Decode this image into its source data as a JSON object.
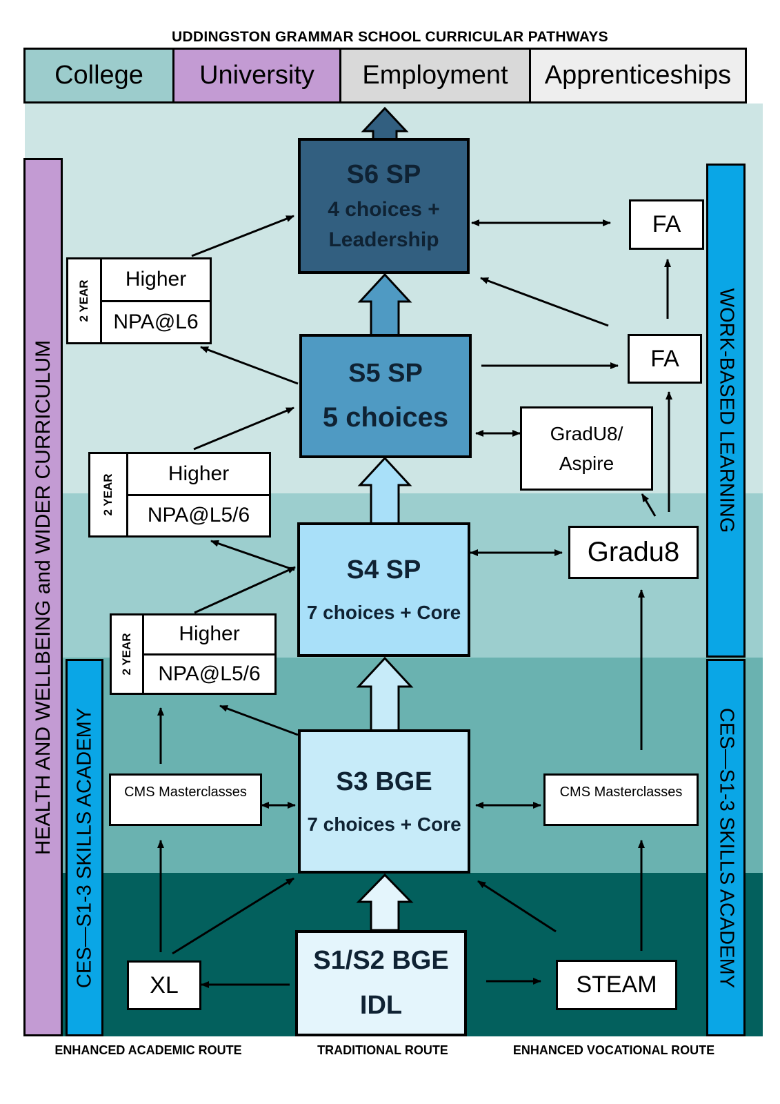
{
  "title": "UDDINGSTON GRAMMAR SCHOOL CURRICULAR PATHWAYS",
  "destinations": [
    {
      "label": "College",
      "color": "#9ccccc"
    },
    {
      "label": "University",
      "color": "#c39bd3"
    },
    {
      "label": "Employment",
      "color": "#d9d9d9"
    },
    {
      "label": "Apprenticeships",
      "color": "#eeeeee"
    }
  ],
  "sidebars": {
    "left_outer": "HEALTH AND WELLBEING and WIDER CURRICULUM",
    "left_inner": "CES—S1-3 SKILLS ACADEMY",
    "right_upper": "WORK-BASED LEARNING",
    "right_lower": "CES—S1-3 SKILLS ACADEMY"
  },
  "stages": {
    "s6": {
      "title": "S6 SP",
      "line1": "4 choices +",
      "line2": "Leadership"
    },
    "s5": {
      "title": "S5 SP",
      "line1": "5 choices"
    },
    "s4": {
      "title": "S4 SP",
      "line1": "7 choices + Core"
    },
    "s3": {
      "title": "S3 BGE",
      "line1": "7 choices + Core"
    },
    "s1s2": {
      "title": "S1/S2 BGE",
      "line1": "IDL"
    }
  },
  "two_year_boxes": [
    {
      "year": "2 YEAR",
      "top": "Higher",
      "bottom": "NPA@L6"
    },
    {
      "year": "2 YEAR",
      "top": "Higher",
      "bottom": "NPA@L5/6"
    },
    {
      "year": "2 YEAR",
      "top": "Higher",
      "bottom": "NPA@L5/6"
    }
  ],
  "side_boxes": {
    "fa_top": "FA",
    "fa_mid": "FA",
    "gradu8_aspire": {
      "line1": "GradU8/",
      "line2": "Aspire"
    },
    "gradu8": "Gradu8",
    "cms_left": "CMS Masterclasses",
    "cms_right": "CMS Masterclasses",
    "xl": "XL",
    "steam": "STEAM"
  },
  "routes": {
    "academic": "ENHANCED ACADEMIC ROUTE",
    "traditional": "TRADITIONAL ROUTE",
    "vocational": "ENHANCED VOCATIONAL ROUTE"
  },
  "colors": {
    "band_top": "#cde5e4",
    "band_mid": "#9ccece",
    "band_low": "#6ab2b0",
    "band_bottom": "#03605d",
    "purple": "#c39bd3",
    "blue": "#0aa6e6",
    "s6": "#325f80",
    "s5": "#4f9ac3",
    "s4": "#a9e0f9",
    "s3": "#c7ebf9",
    "s1s2": "#e4f5fc"
  }
}
